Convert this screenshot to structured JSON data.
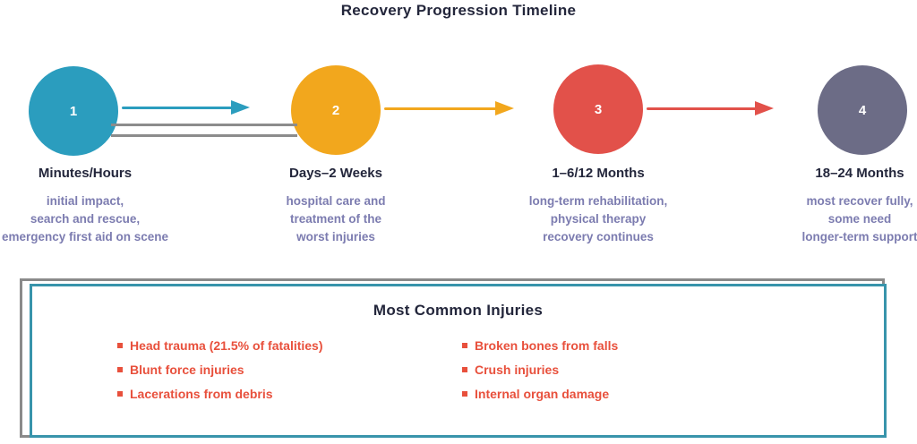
{
  "title": "Recovery Progression Timeline",
  "stages": [
    {
      "number": "1",
      "color": "#2B9DBE",
      "heading": "Minutes/Hours",
      "lines": [
        "initial impact,",
        "search and rescue,",
        "emergency first aid on scene"
      ]
    },
    {
      "number": "2",
      "color": "#F2A71D",
      "heading": "Days–2 Weeks",
      "lines": [
        "hospital care and",
        "treatment of the",
        "worst injuries"
      ]
    },
    {
      "number": "3",
      "color": "#E2514A",
      "heading": "1–6/12 Months",
      "lines": [
        "long-term rehabilitation,",
        "physical therapy",
        "recovery continues"
      ]
    },
    {
      "number": "4",
      "color": "#6C6C86",
      "heading": "18–24 Months",
      "lines": [
        "most recover fully,",
        "some need",
        "longer-term support"
      ]
    }
  ],
  "connector_color": "#8C8C8C",
  "injuries_box": {
    "heading": "Most Common Injuries",
    "border_color": "#3894AB",
    "shadow_color": "#8A8A8A",
    "bullet_color": "#E8503C",
    "left_bullets": [
      "Head trauma (21.5% of fatalities)",
      "Blunt force injuries",
      "Lacerations from debris"
    ],
    "right_bullets": [
      "Broken bones from falls",
      "Crush injuries",
      "Internal organ damage"
    ]
  }
}
